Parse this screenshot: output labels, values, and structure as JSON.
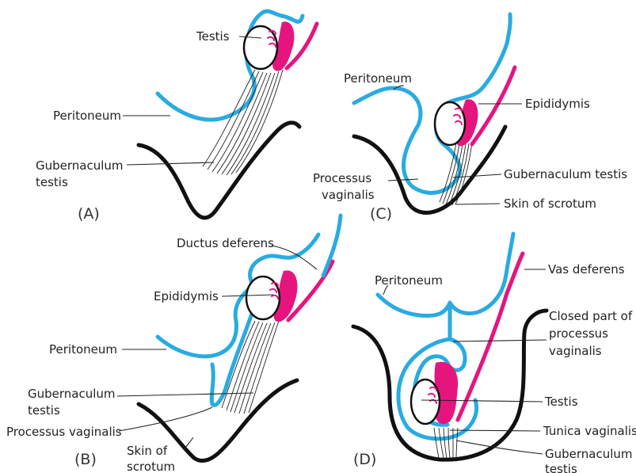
{
  "colors": {
    "peritoneum": "#29abe2",
    "epididymis": "#e6157d",
    "skin": "#111111",
    "text": "#222222"
  },
  "panels": {
    "A": {
      "letter": "(A)",
      "labels": {
        "testis": "Testis",
        "peritoneum": "Peritoneum",
        "gubernaculum_1": "Gubernaculum",
        "gubernaculum_2": "testis"
      }
    },
    "B": {
      "letter": "(B)",
      "labels": {
        "ductus_deferens": "Ductus deferens",
        "epididymis": "Epididymis",
        "peritoneum": "Peritoneum",
        "gubernaculum_1": "Gubernaculum",
        "gubernaculum_2": "testis",
        "processus_vaginalis": "Processus vaginalis",
        "skin_1": "Skin of",
        "skin_2": "scrotum"
      }
    },
    "C": {
      "letter": "(C)",
      "labels": {
        "peritoneum": "Peritoneum",
        "epididymis": "Epididymis",
        "processus_1": "Processus",
        "processus_2": "vaginalis",
        "gubernaculum": "Gubernaculum testis",
        "skin": "Skin of scrotum"
      }
    },
    "D": {
      "letter": "(D)",
      "labels": {
        "peritoneum": "Peritoneum",
        "vas_deferens": "Vas deferens",
        "closed_1": "Closed part of",
        "closed_2": "processus",
        "closed_3": "vaginalis",
        "testis": "Testis",
        "tunica": "Tunica vaginalis",
        "gubernaculum_1": "Gubernaculum",
        "gubernaculum_2": "testis"
      }
    }
  }
}
